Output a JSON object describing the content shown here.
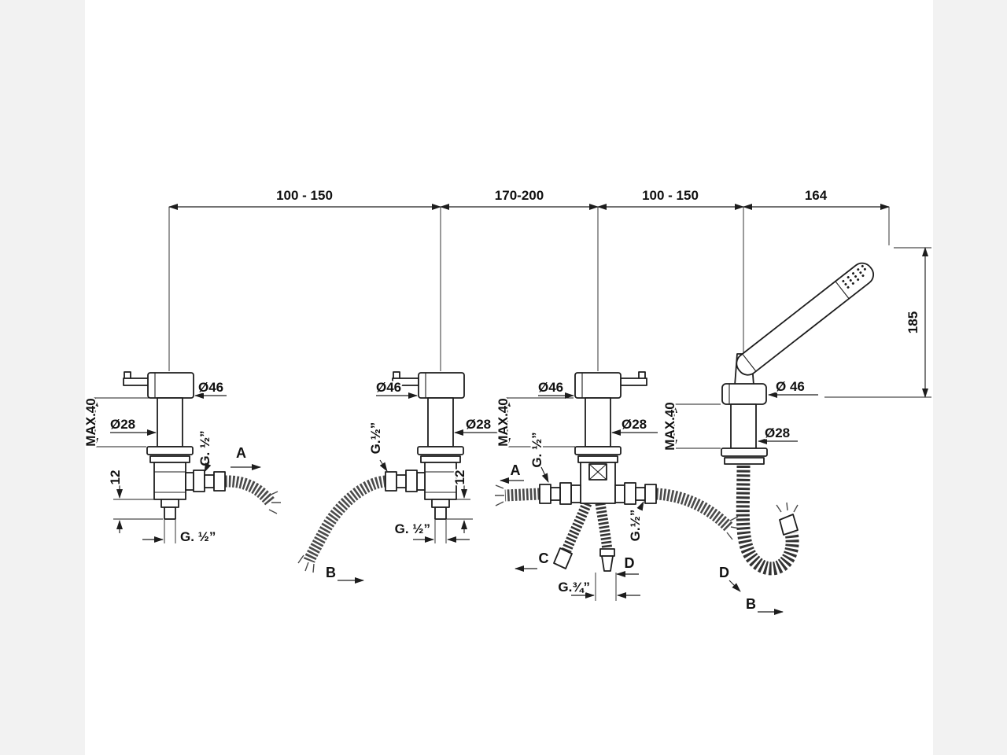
{
  "drawing": {
    "kind": "bath-mixer-installation-technical-drawing",
    "line_color": "#1d1d1d",
    "canvas_color": "#ffffff",
    "page_color": "#f2f2f2"
  },
  "top_dimensions": {
    "span_1": "100 - 150",
    "span_2": "170-200",
    "span_3": "100 - 150",
    "span_4": "164"
  },
  "height_dimension": "185",
  "valve_left": {
    "body_diameter": "Ø46",
    "shank_diameter": "Ø28",
    "max_thickness": "MAX.40",
    "thread_length": "12",
    "side_thread": "G. ½”",
    "bottom_thread": "G. ½”",
    "port": "A"
  },
  "valve_middle": {
    "body_diameter": "Ø46",
    "shank_diameter": "Ø28",
    "side_thread": "G.½”",
    "thread_length": "12",
    "bottom_thread": "G. ½”",
    "port": "B"
  },
  "mixer": {
    "body_diameter": "Ø46",
    "shank_diameter": "Ø28",
    "max_thickness": "MAX.40",
    "left_thread": "G. ½”",
    "right_thread": "G.½”",
    "bottom_thread": "G.¾”",
    "port_a": "A",
    "port_c": "C",
    "port_d": "D"
  },
  "handshower": {
    "base_diameter": "Ø 46",
    "shank_diameter": "Ø28",
    "max_thickness": "MAX.40",
    "port_d": "D",
    "port_b": "B"
  }
}
